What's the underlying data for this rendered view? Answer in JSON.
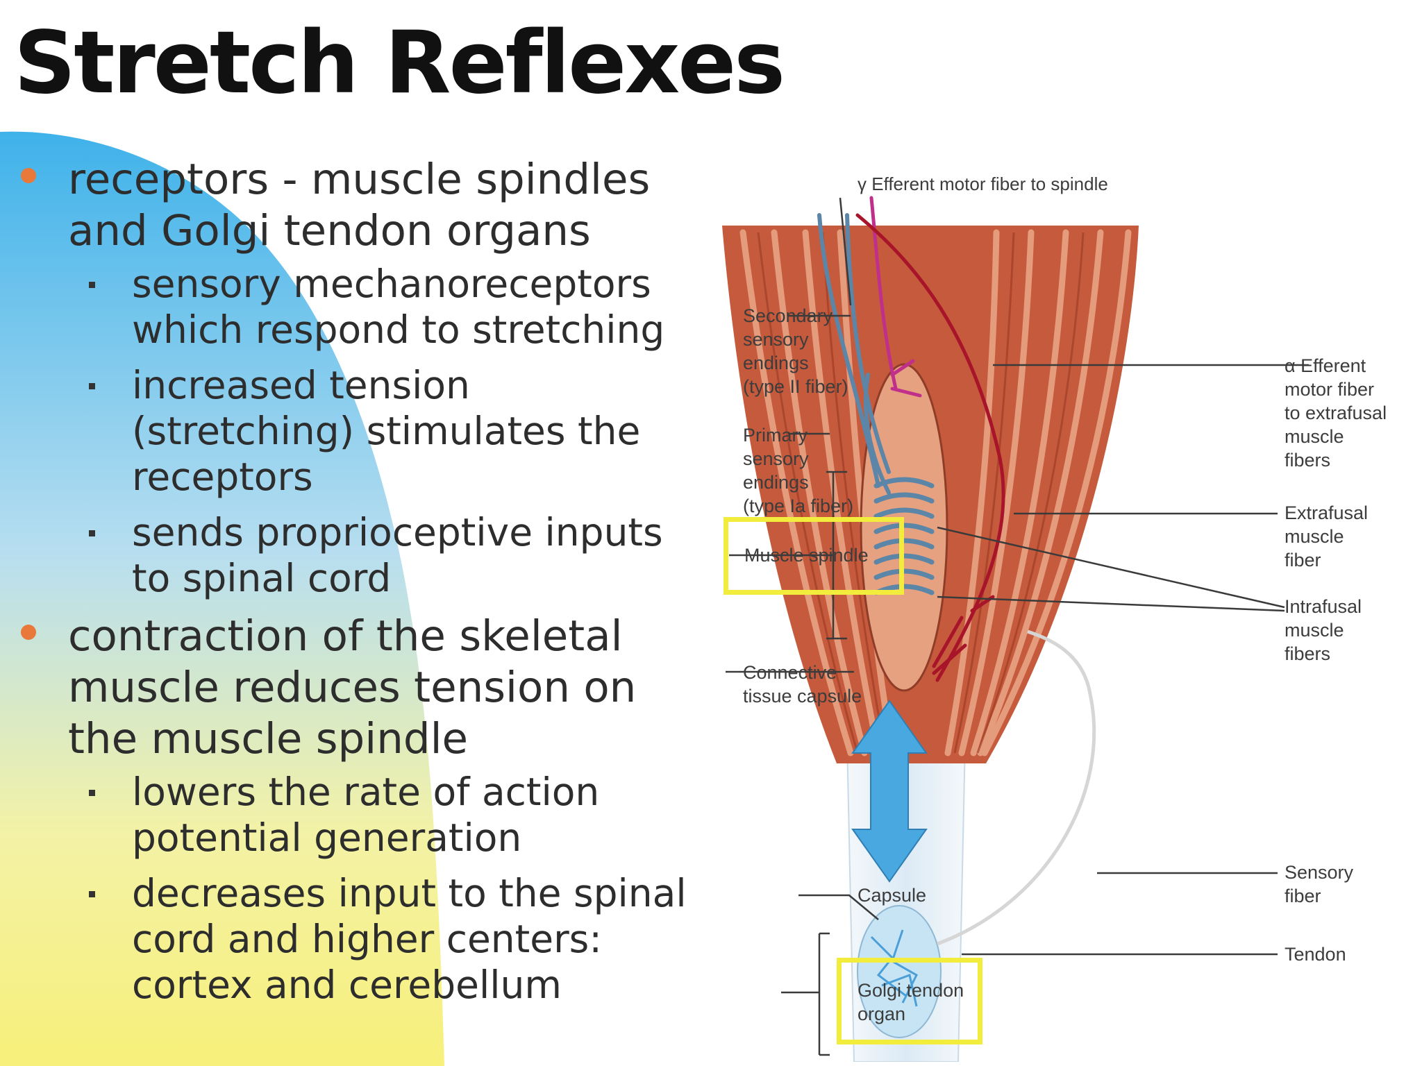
{
  "title": "Stretch Reflexes",
  "bullets": [
    {
      "text": "receptors - muscle spindles and Golgi tendon organs",
      "sub": [
        "sensory mechanoreceptors which respond to stretching",
        "increased tension (stretching) stimulates the receptors",
        "sends proprioceptive inputs to spinal cord"
      ]
    },
    {
      "text": "contraction of the skeletal muscle reduces tension on the muscle spindle",
      "sub": [
        "lowers the rate of action potential generation",
        "decreases input to the spinal cord and higher centers: cortex and cerebellum"
      ]
    }
  ],
  "diagram": {
    "labels": {
      "gamma_efferent": "γ Efferent motor fiber to spindle",
      "secondary_sensory": "Secondary\nsensory\nendings\n(type II fiber)",
      "primary_sensory": "Primary\nsensory\nendings\n(type Ia fiber)",
      "muscle_spindle": "Muscle spindle",
      "connective_capsule": "Connective\ntissue capsule",
      "capsule": "Capsule",
      "golgi_tendon_organ": "Golgi tendon\norgan",
      "alpha_efferent": "α Efferent\nmotor fiber\nto extrafusal\nmuscle\nfibers",
      "extrafusal": "Extrafusal\nmuscle\nfiber",
      "intrafusal": "Intrafusal\nmuscle\nfibers",
      "sensory_fiber": "Sensory\nfiber",
      "tendon": "Tendon"
    },
    "colors": {
      "muscle": "#c65a3c",
      "muscle_light": "#e8a584",
      "nerve_blue": "#5b86a8",
      "nerve_red": "#a8142a",
      "nerve_magenta": "#c0308a",
      "arrow": "#4aa8e0",
      "highlight": "#f2ec3c",
      "tendon": "#e7f1f8"
    }
  },
  "colors": {
    "bullet_dot": "#e8793a",
    "blob_top": "#3fb2ea",
    "blob_bottom": "#f7f07a"
  }
}
